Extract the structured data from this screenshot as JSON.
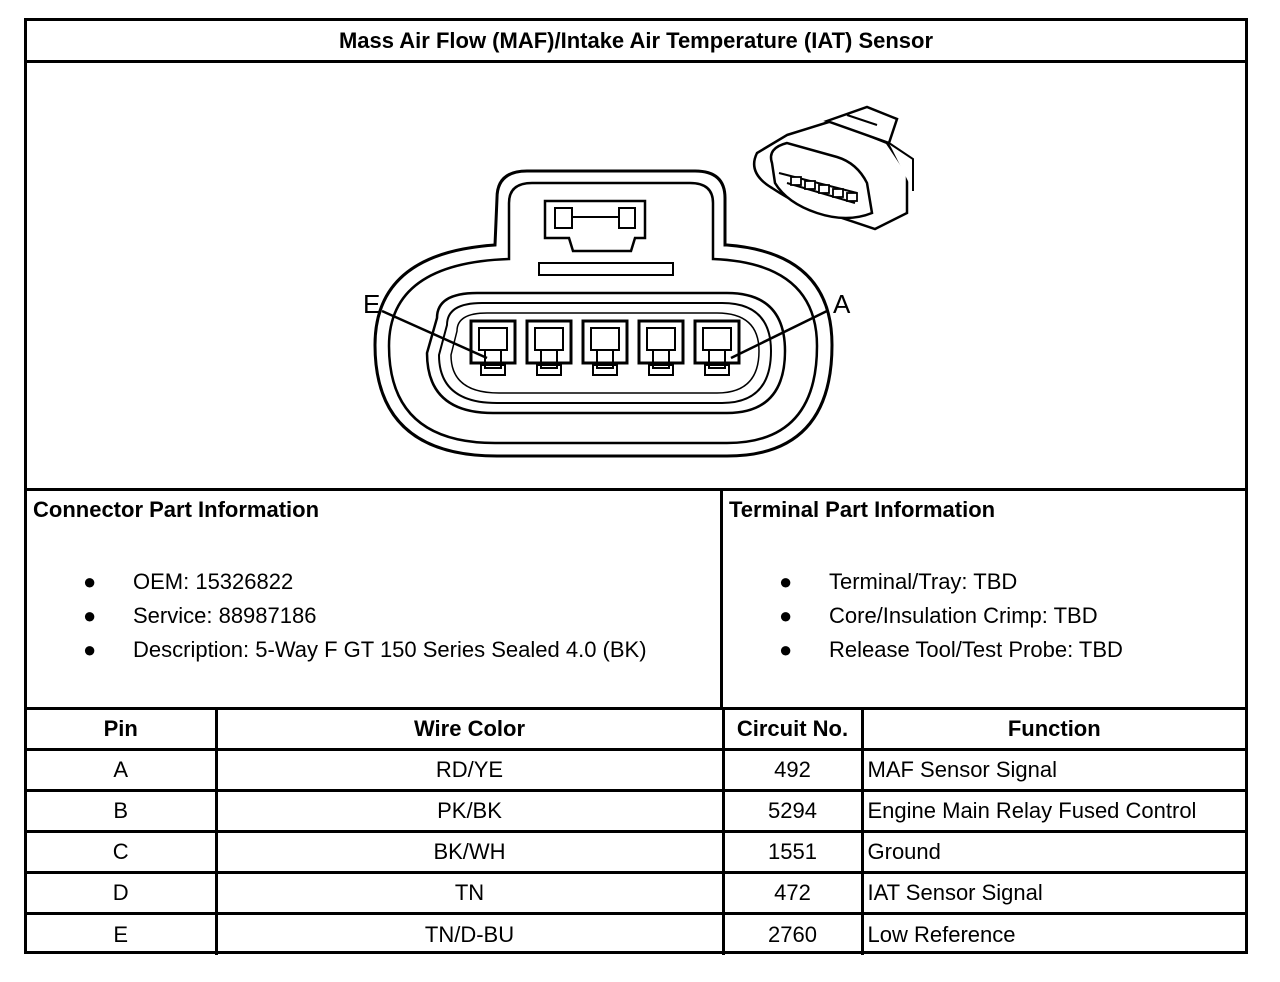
{
  "title": "Mass Air Flow (MAF)/Intake Air Temperature (IAT) Sensor",
  "diagram": {
    "pin_label_left": "E",
    "pin_label_right": "A",
    "terminal_count": 5
  },
  "connector_info": {
    "heading": "Connector Part Information",
    "items": [
      "OEM: 15326822",
      "Service: 88987186",
      "Description: 5-Way F GT 150 Series Sealed 4.0 (BK)"
    ]
  },
  "terminal_info": {
    "heading": "Terminal Part Information",
    "items": [
      "Terminal/Tray: TBD",
      "Core/Insulation Crimp: TBD",
      "Release Tool/Test Probe: TBD"
    ]
  },
  "bullet_glyph": "●",
  "table": {
    "headers": [
      "Pin",
      "Wire Color",
      "Circuit No.",
      "Function"
    ],
    "rows": [
      [
        "A",
        "RD/YE",
        "492",
        "MAF Sensor Signal"
      ],
      [
        "B",
        "PK/BK",
        "5294",
        "Engine Main Relay Fused Control"
      ],
      [
        "C",
        "BK/WH",
        "1551",
        "Ground"
      ],
      [
        "D",
        "TN",
        "472",
        "IAT Sensor Signal"
      ],
      [
        "E",
        "TN/D-BU",
        "2760",
        "Low Reference"
      ]
    ]
  }
}
